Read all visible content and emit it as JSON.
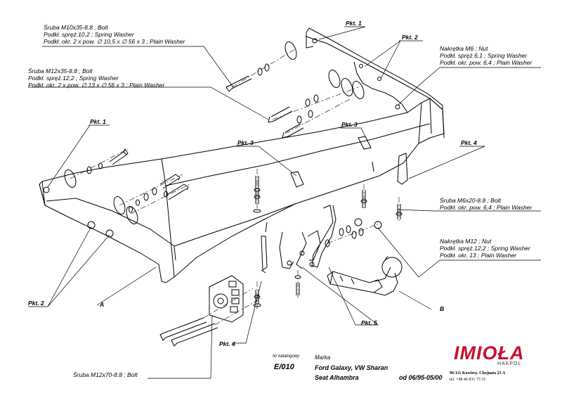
{
  "callouts": {
    "pkt1_top": "Pkt. 1",
    "pkt2_top": "Pkt. 2",
    "pkt1_left": "Pkt. 1",
    "pkt3_right": "Pkt. 3",
    "pkt3_mid": "Pkt. 3",
    "pkt4_right": "Pkt. 4",
    "pkt2_left": "Pkt. 2",
    "pkt4_bottom": "Pkt. 4",
    "pkt5": "Pkt. 5",
    "part_a": "A",
    "part_b": "B"
  },
  "labels": {
    "bolt_m10": [
      "Śruba M10x35-8.8 ;  Bolt",
      "Podkł. spręż.10,2 ; Spring Washer",
      "Podkł. okr. 2 x pow. ∅ 10,5 x ∅ 56 x 3 ; Plain Washer"
    ],
    "bolt_m12": [
      "Śruba M12x35-8.8 ;  Bolt",
      "Podkł. spręż.12,2 ; Spring Washer",
      "Podkł. okr. 2 x pow. ∅ 13 x ∅ 56 x 3 ; Plain Washer"
    ],
    "nut_m6": [
      "Nakrętka  M6 ; Nut",
      "Podkł. spręż.6,1 ; Spring Washer",
      "Podkł. okr. pow. 6,4 ; Plain Washer"
    ],
    "bolt_m6": [
      "Śruba M6x20-8.8 ;  Bolt",
      "Podkł. okr. pow.  6,4 ; Plain Washer"
    ],
    "nut_m12": [
      "Nakrętka  M12 ; Nut",
      "Podkł. spręż.12,2 ; Spring Washer",
      "Podkł. okr. 13 ; Plain Washer"
    ],
    "bolt_m12x70": "Śruba M12x70-8.8 ;  Bolt"
  },
  "title_block": {
    "catalog_label": "Nr katalogowy",
    "catalog_number": "E/010",
    "brand_label": "Marka",
    "models_line1": "Ford Galaxy, VW Sharan",
    "models_line2": "Seat Alhambra",
    "years": "od  06/95-05/00"
  },
  "company": {
    "logo": "IMIOŁA",
    "sub": "HAKPOL",
    "address": "96-111 Kowiesy, Chojnata 23 A",
    "phone": "tel. +48 46 831 73 31"
  },
  "colors": {
    "logo_red": "#c8102e",
    "line": "#000000"
  }
}
